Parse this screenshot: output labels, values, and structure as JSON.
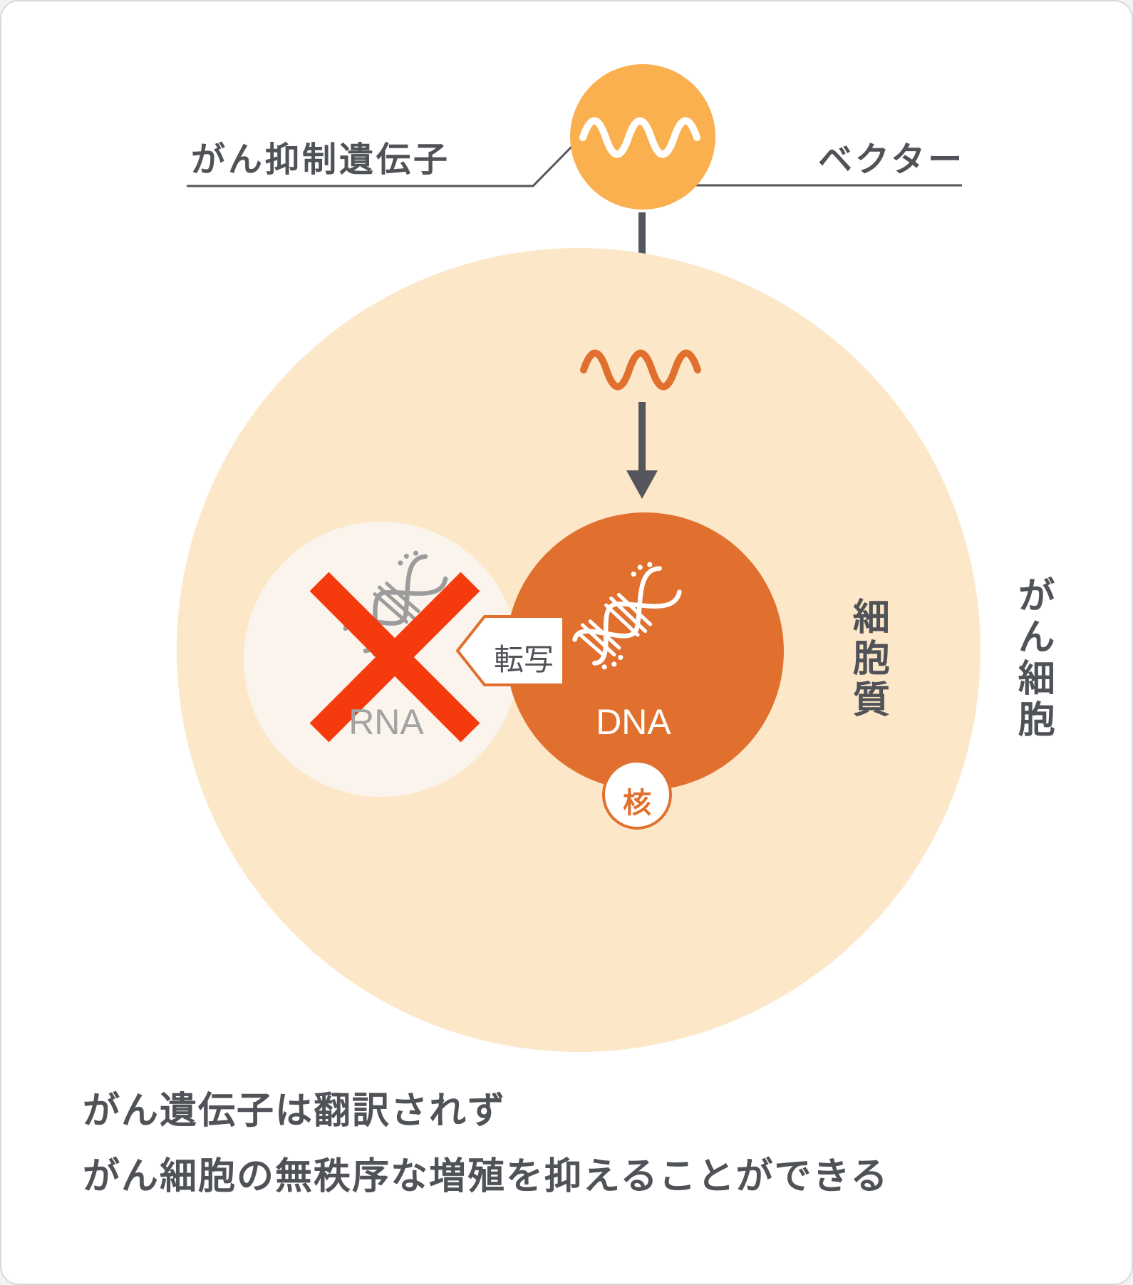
{
  "header": {
    "tumor_suppressor_gene_label": "がん抑制遺伝子",
    "vector_label": "ベクター"
  },
  "cell": {
    "cancer_cell_label": "がん細胞",
    "cytoplasm_label": "細胞質",
    "nucleus_label": "核",
    "dna_label": "DNA",
    "rna_label": "RNA",
    "transcription_label": "転写"
  },
  "caption": {
    "line1": "がん遺伝子は翻訳されず",
    "line2": "がん細胞の無秩序な増殖を抑えることができる"
  },
  "icons": {
    "vector_gene_wave_icon": "white wavy line inside vector circle",
    "released_gene_wave_icon": "orange wavy line inside cytoplasm",
    "down_arrow_icon": "dark gray downward arrow (x2)",
    "dna_helix_icon": "white double helix inside nucleus",
    "rna_strand_icon": "gray degraded strand behind cross",
    "cross_out_icon": "large red X over RNA"
  },
  "colors": {
    "accent_orange": "#E1702E",
    "vector_orange": "#FAB04F",
    "cell_fill": "#FCE8C9",
    "nucleus_fill": "#E1702E",
    "rna_region_fill": "#FAF4ED",
    "cross_red": "#F53B0E",
    "text_dark": "#4F5257",
    "muted_gray": "#A3A3A3",
    "frame_border": "#D9D9D9"
  }
}
